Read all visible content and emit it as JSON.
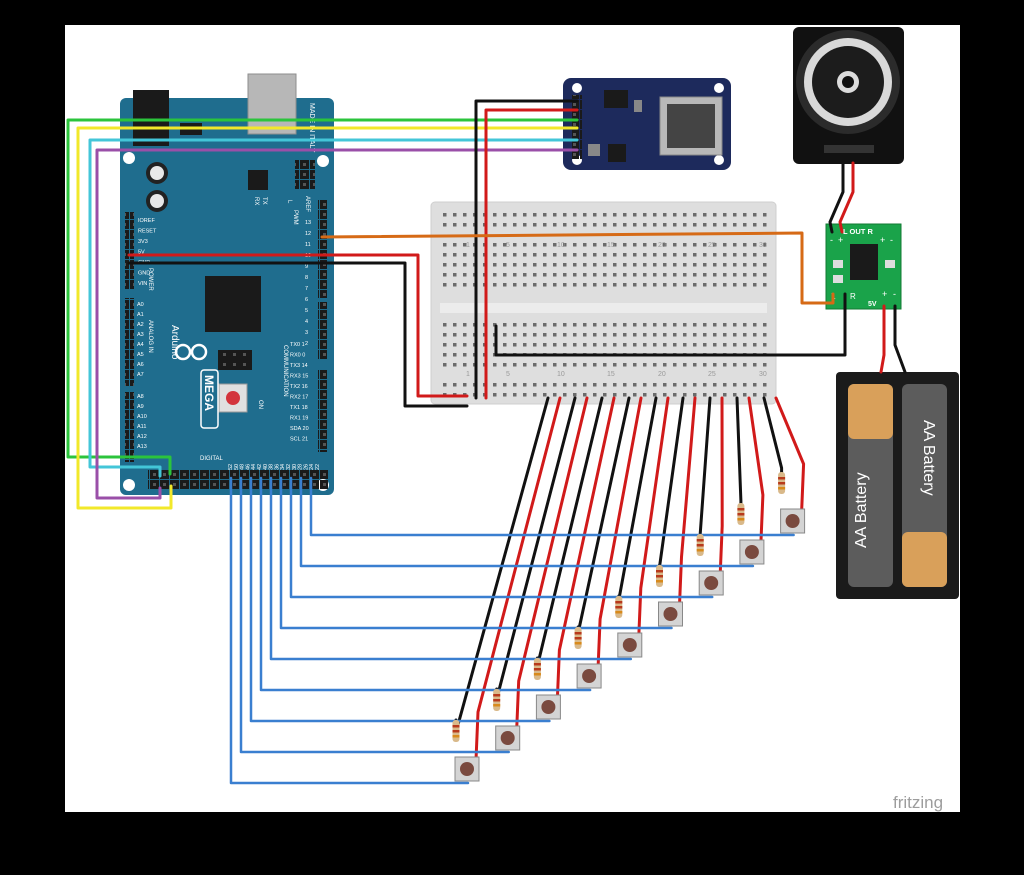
{
  "watermark": "fritzing",
  "arduino": {
    "brand": "Arduino",
    "model": "MEGA",
    "top_text": "MADE IN ITALY",
    "power_header": "POWER",
    "analog_header": "ANALOG IN",
    "communication_header": "COMMUNICATION",
    "pwm_header": "PWM",
    "digital_header": "DIGITAL",
    "on_label": "ON",
    "aref_label": "AREF",
    "gnd_label": "GND",
    "tx_label": "TX",
    "rx_label": "RX",
    "l_label": "L",
    "power_pins": [
      "IOREF",
      "RESET",
      "3V3",
      "5V",
      "GND",
      "GND",
      "VIN"
    ],
    "analog_pins": [
      "A0",
      "A1",
      "A2",
      "A3",
      "A4",
      "A5",
      "A6",
      "A7",
      "A8",
      "A9",
      "A10",
      "A11",
      "A12",
      "A13"
    ],
    "pwm_pins": [
      "13",
      "12",
      "11",
      "10",
      "9",
      "8",
      "7",
      "6",
      "5",
      "4",
      "3",
      "2"
    ],
    "comm_pins": [
      "TX0 1",
      "RX0 0",
      "TX3 14",
      "RX3 15",
      "TX2 16",
      "RX2 17",
      "TX1 18",
      "RX1 19",
      "SDA 20",
      "SCL 21"
    ],
    "digital_pins": [
      "52",
      "50",
      "48",
      "46",
      "44",
      "42",
      "40",
      "38",
      "36",
      "34",
      "32",
      "30",
      "28",
      "26",
      "24",
      "22"
    ]
  },
  "breadboard": {
    "column_numbers": [
      "1",
      "5",
      "10",
      "15",
      "20",
      "25",
      "30"
    ]
  },
  "amplifier": {
    "out_label": "L OUT R",
    "l_label": "L",
    "r_label": "R",
    "v_label": "5V",
    "plus_label": "+",
    "minus_label": "-"
  },
  "battery": {
    "label_1": "AA Battery",
    "label_2": "AA Battery"
  },
  "colors": {
    "board_teal": "#1f6d8e",
    "sd_navy": "#1d2a5c",
    "amp_green": "#1aa34a",
    "wire_red": "#d11a1a",
    "wire_black": "#111111",
    "wire_blue": "#3a7fd0",
    "wire_green": "#2bc43c",
    "wire_yellow": "#f2e82a",
    "wire_cyan": "#43c6d8",
    "wire_purple": "#9a4fa8",
    "wire_orange": "#d66a16"
  },
  "buttons_count": 9
}
